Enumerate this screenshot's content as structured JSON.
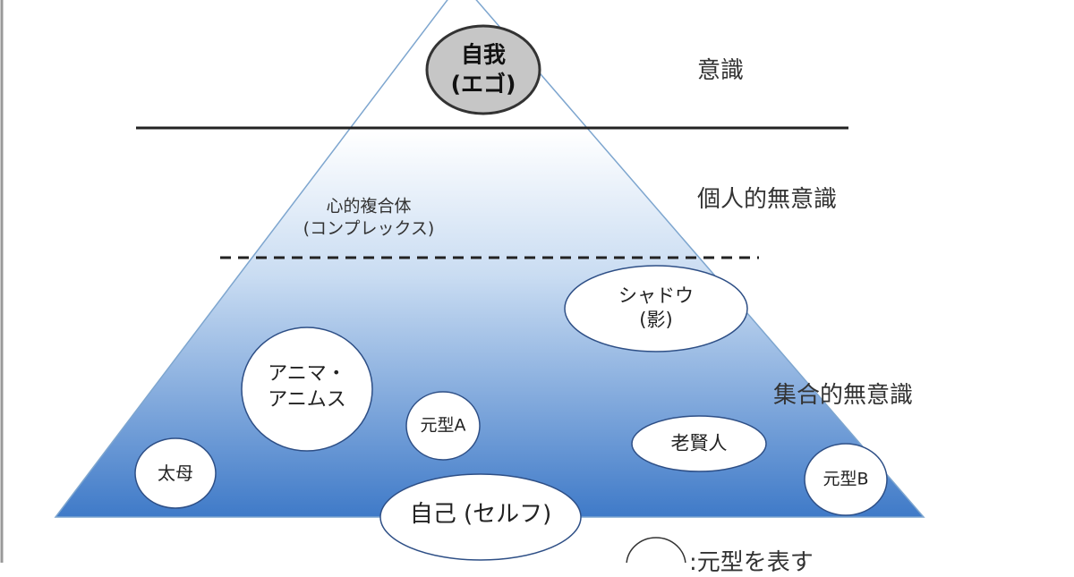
{
  "layers": {
    "conscious": "意識",
    "personal_unconscious": "個人的無意識",
    "collective_unconscious": "集合的無意識"
  },
  "ego": {
    "line1": "自我",
    "line2": "(エゴ)"
  },
  "complex": {
    "line1": "心的複合体",
    "line2": "(コンプレックス)"
  },
  "archetypes": {
    "shadow": {
      "line1": "シャドウ",
      "line2": "(影)"
    },
    "anima": {
      "line1": "アニマ・",
      "line2": "アニムス"
    },
    "archetype_a": "元型A",
    "wise_old_man": "老賢人",
    "great_mother": "太母",
    "archetype_b": "元型B",
    "self": "自己 (セルフ)"
  },
  "legend": {
    "text": ":元型を表す"
  },
  "colors": {
    "gradient_top": "#ffffff",
    "gradient_bottom": "#3f7ac8",
    "ego_fill": "#c6c6c6"
  }
}
